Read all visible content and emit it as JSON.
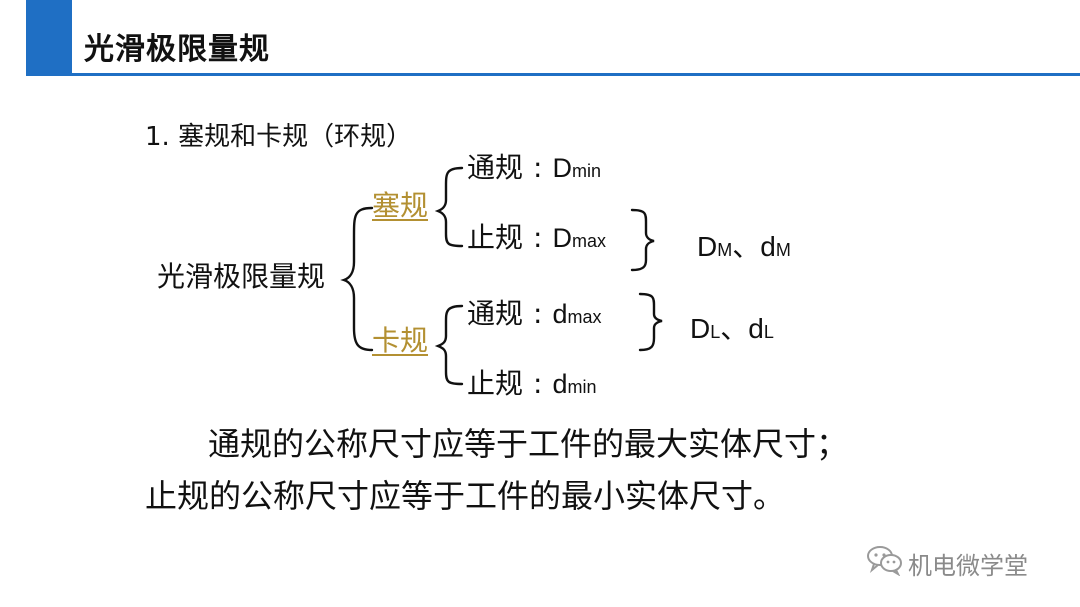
{
  "header": {
    "title": "光滑极限量规"
  },
  "subtitle": "1. 塞规和卡规（环规）",
  "tree": {
    "root": "光滑极限量规",
    "plug": {
      "label": "塞规",
      "go": {
        "name": "通规",
        "colon": ":",
        "symbol": "D",
        "sub": "min"
      },
      "nogo": {
        "name": "止规",
        "colon": ":",
        "symbol": "D",
        "sub": "max"
      },
      "result": {
        "a": "D",
        "a_sub": "M",
        "sep": "、",
        "b": "d",
        "b_sub": "M"
      }
    },
    "ring": {
      "label": "卡规",
      "go": {
        "name": "通规",
        "colon": ":",
        "symbol": "d",
        "sub": "max"
      },
      "nogo": {
        "name": "止规",
        "colon": ":",
        "symbol": "d",
        "sub": "min"
      },
      "result": {
        "a": "D",
        "a_sub": "L",
        "sep": "、",
        "b": "d",
        "b_sub": "L"
      }
    }
  },
  "body": {
    "line1": "通规的公称尺寸应等于工件的最大实体尺寸；",
    "line2": "止规的公称尺寸应等于工件的最小实体尺寸。"
  },
  "watermark": {
    "text": "机电微学堂",
    "icon": "wechat-icon"
  },
  "colors": {
    "accent": "#1f6fc4",
    "category": "#b39032"
  }
}
